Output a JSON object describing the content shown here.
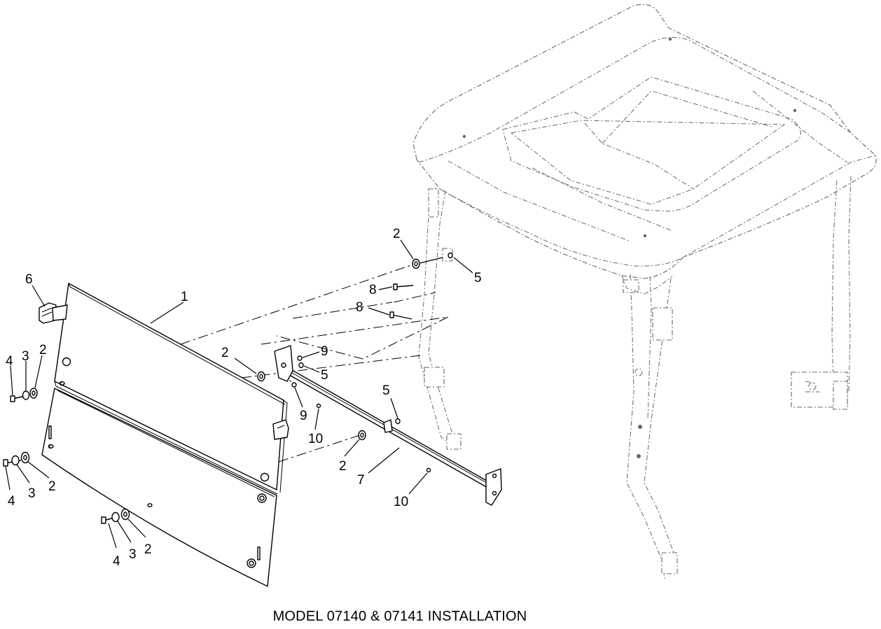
{
  "caption": "MODEL 07140 & 07141 INSTALLATION",
  "callouts": [
    "1",
    "2",
    "2",
    "2",
    "2",
    "2",
    "2",
    "3",
    "3",
    "3",
    "4",
    "4",
    "4",
    "5",
    "5",
    "5",
    "6",
    "7",
    "8",
    "8",
    "9",
    "9",
    "10",
    "10"
  ]
}
